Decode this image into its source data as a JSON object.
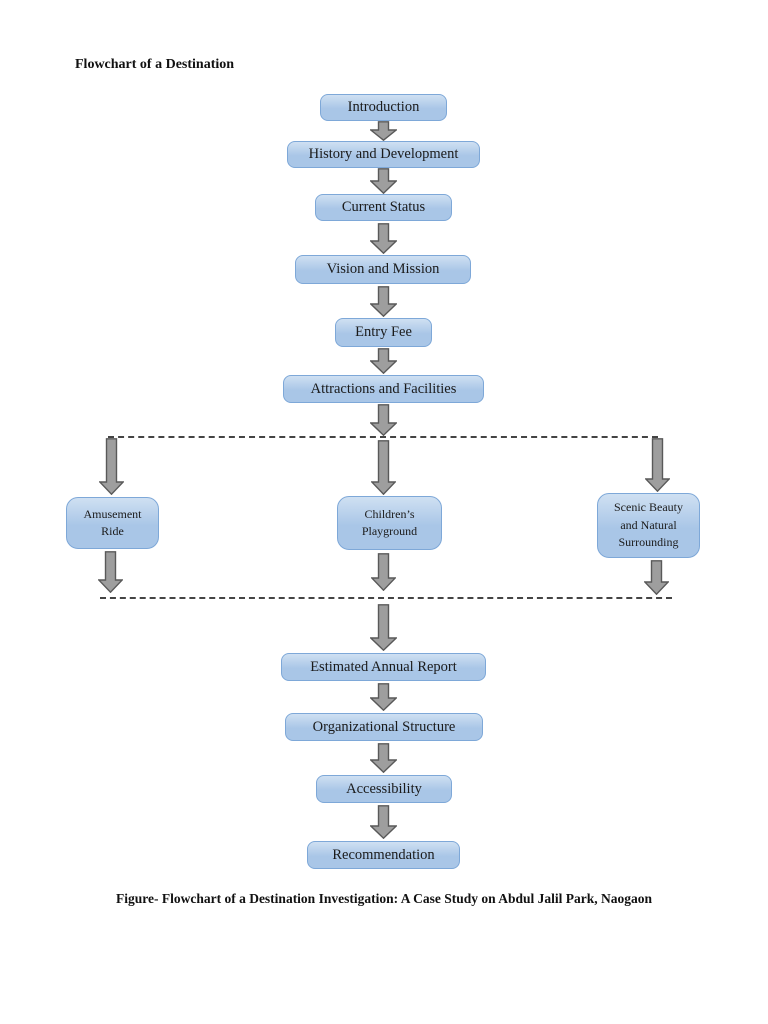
{
  "page": {
    "title": "Flowchart of a Destination",
    "caption": "Figure- Flowchart of a Destination Investigation: A Case Study on Abdul Jalil Park, Naogaon"
  },
  "colors": {
    "node_fill": "#a9c6e7",
    "node_fill_light": "#cfe0f2",
    "node_border": "#7ea8d8",
    "arrow_fill": "#9e9e9e",
    "arrow_border": "#595959",
    "dash_line": "#444444",
    "text": "#1b1b1b"
  },
  "flowchart": {
    "main": [
      "Introduction",
      "History and Development",
      "Current Status",
      "Vision and Mission",
      "Entry Fee",
      "Attractions and Facilities"
    ],
    "branches": [
      "Amusement Ride",
      "Children’s Playground",
      "Scenic Beauty and Natural Surrounding"
    ],
    "tail": [
      "Estimated Annual Report",
      "Organizational Structure",
      "Accessibility",
      "Recommendation"
    ]
  }
}
